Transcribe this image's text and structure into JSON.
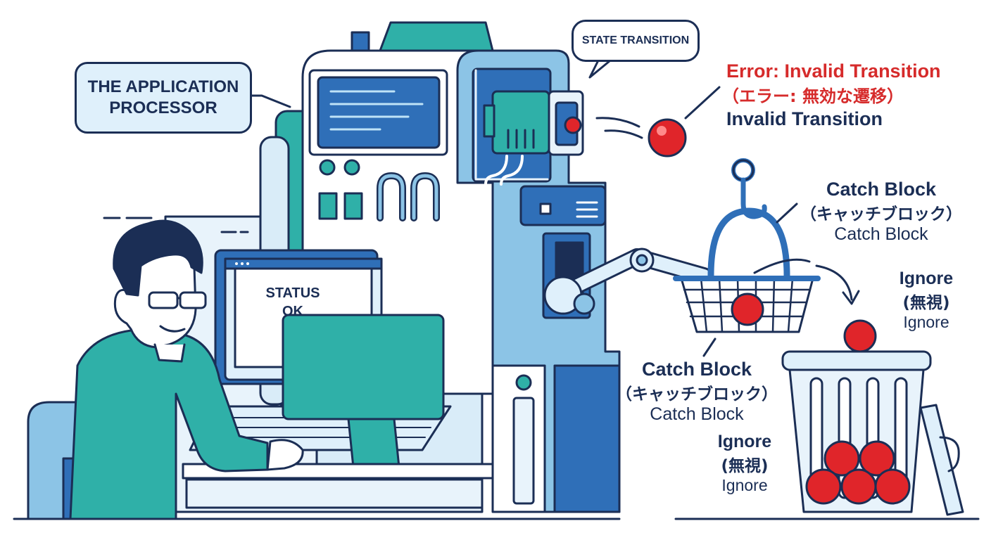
{
  "labels": {
    "app_processor": [
      "THE APPLICATION",
      "PROCESSOR"
    ],
    "state_transition": "STATE TRANSITION",
    "monitor_status": [
      "STATUS",
      "OK"
    ],
    "error": {
      "title": "Error: Invalid Transition",
      "japanese": "（エラー: 無効な遷移）",
      "english": "Invalid Transition"
    },
    "catch_upper": {
      "title": "Catch Block",
      "japanese": "（キャッチブロック）",
      "english": "Catch Block"
    },
    "catch_lower": {
      "title": "Catch Block",
      "japanese": "（キャッチブロック）",
      "english": "Catch Block"
    },
    "ignore_right": {
      "title": "Ignore",
      "japanese": "(無視)",
      "english": "Ignore"
    },
    "ignore_lower": {
      "title": "Ignore",
      "japanese": "(無視)",
      "english": "Ignore"
    }
  },
  "colors": {
    "outline": "#1b2e55",
    "error_red": "#d62b2b",
    "ball_red": "#e0252a",
    "teal": "#2fb0a8",
    "blue": "#2f6fb8",
    "light_blue": "#dff0fb",
    "mid_blue": "#8cc4e6"
  }
}
